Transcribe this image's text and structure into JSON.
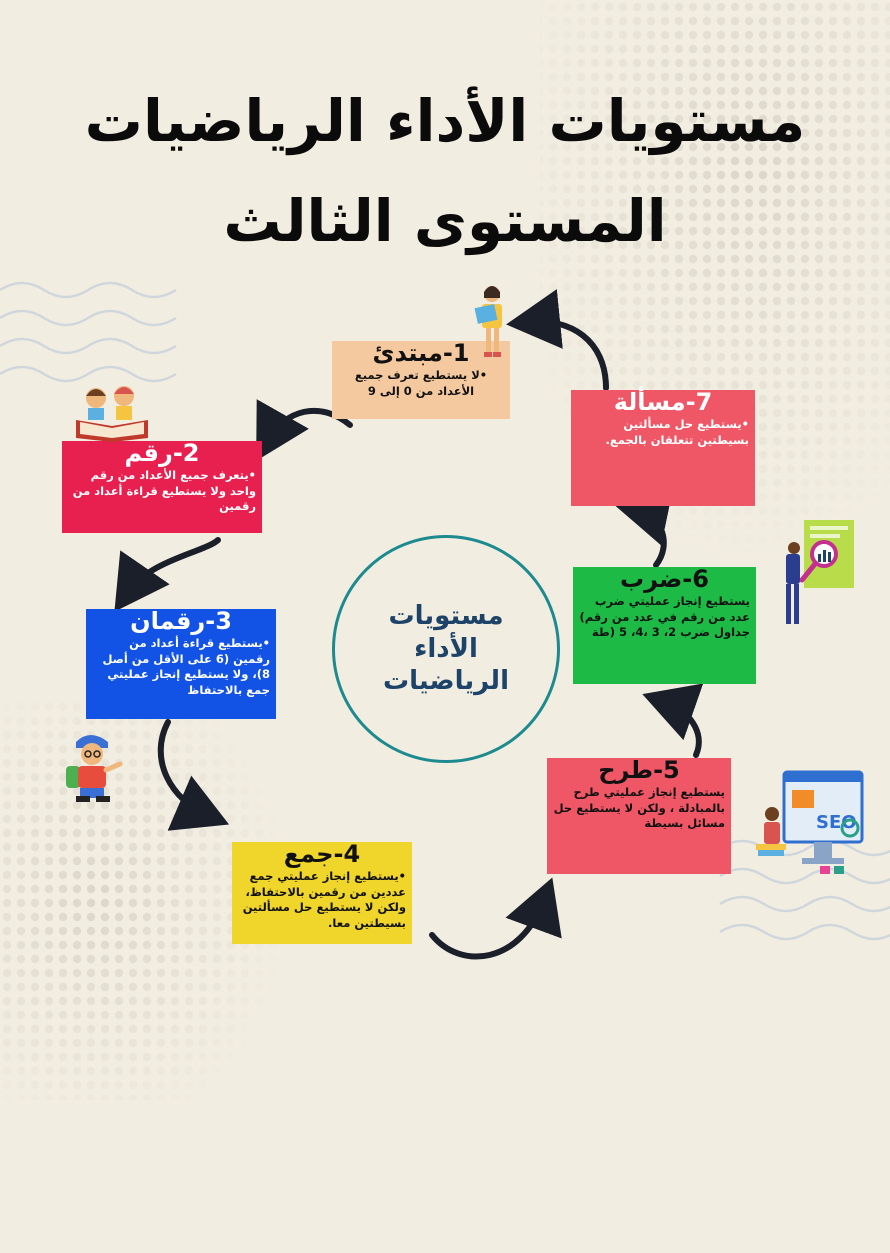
{
  "title": {
    "line1": "مستويات الأداء الرياضيات",
    "line2": "المستوى الثالث"
  },
  "center": {
    "label": "مستويات الأداء الرياضيات"
  },
  "levels": [
    {
      "title": "1-مبتدئ",
      "text": "•لا يستطيع تعرف جميع الأعداد من 0 إلى 9",
      "color": "#f4c99f"
    },
    {
      "title": "2-رقم",
      "text": "•يتعرف جميع الأعداد من رقم واحد ولا يستطيع قراءة أعداد من رقمين",
      "color": "#e8204f"
    },
    {
      "title": "3-رقمان",
      "text": "•يستطيع قراءة أعداد من رقمين (6 على الأقل من أصل 8)، ولا يستطيع إنجاز عمليتي جمع بالاحتفاظ",
      "color": "#1253e6"
    },
    {
      "title": "4-جمع",
      "text": "•يستطيع إنجاز عمليتي جمع عددين من رقمين بالاحتفاظ، ولكن لا يستطيع حل مسألتين بسيطتين معا.",
      "color": "#f0d62a"
    },
    {
      "title": "5-طرح",
      "text": "يستطيع إنجاز عمليتي طرح بالمبادلة ، ولكن لا يستطيع حل مسائل بسيطة",
      "color": "#ef5766"
    },
    {
      "title": "6-ضرب",
      "text": "يستطيع إنجاز عمليتي ضرب عدد من رقم في عدد من رقم) جداول ضرب 2، 3 ،4، 5 (طة",
      "color": "#1dbb45"
    },
    {
      "title": "7-مسألة",
      "text": "•يستطيع حل مسألتين بسيطتين تتعلقان بالجمع.",
      "color": "#ef5766"
    }
  ],
  "illustrations": {
    "top": "reading-girl-icon",
    "left_top": "kids-reading-book-icon",
    "left_bottom": "boy-with-backpack-icon",
    "right_top": "chart-analysis-icon",
    "right_bottom": "seo-monitor-icon"
  },
  "colors": {
    "background": "#f2ede1",
    "circle_border": "#1c8a8f",
    "circle_text": "#1d4468",
    "arrows": "#1b1f2a"
  }
}
